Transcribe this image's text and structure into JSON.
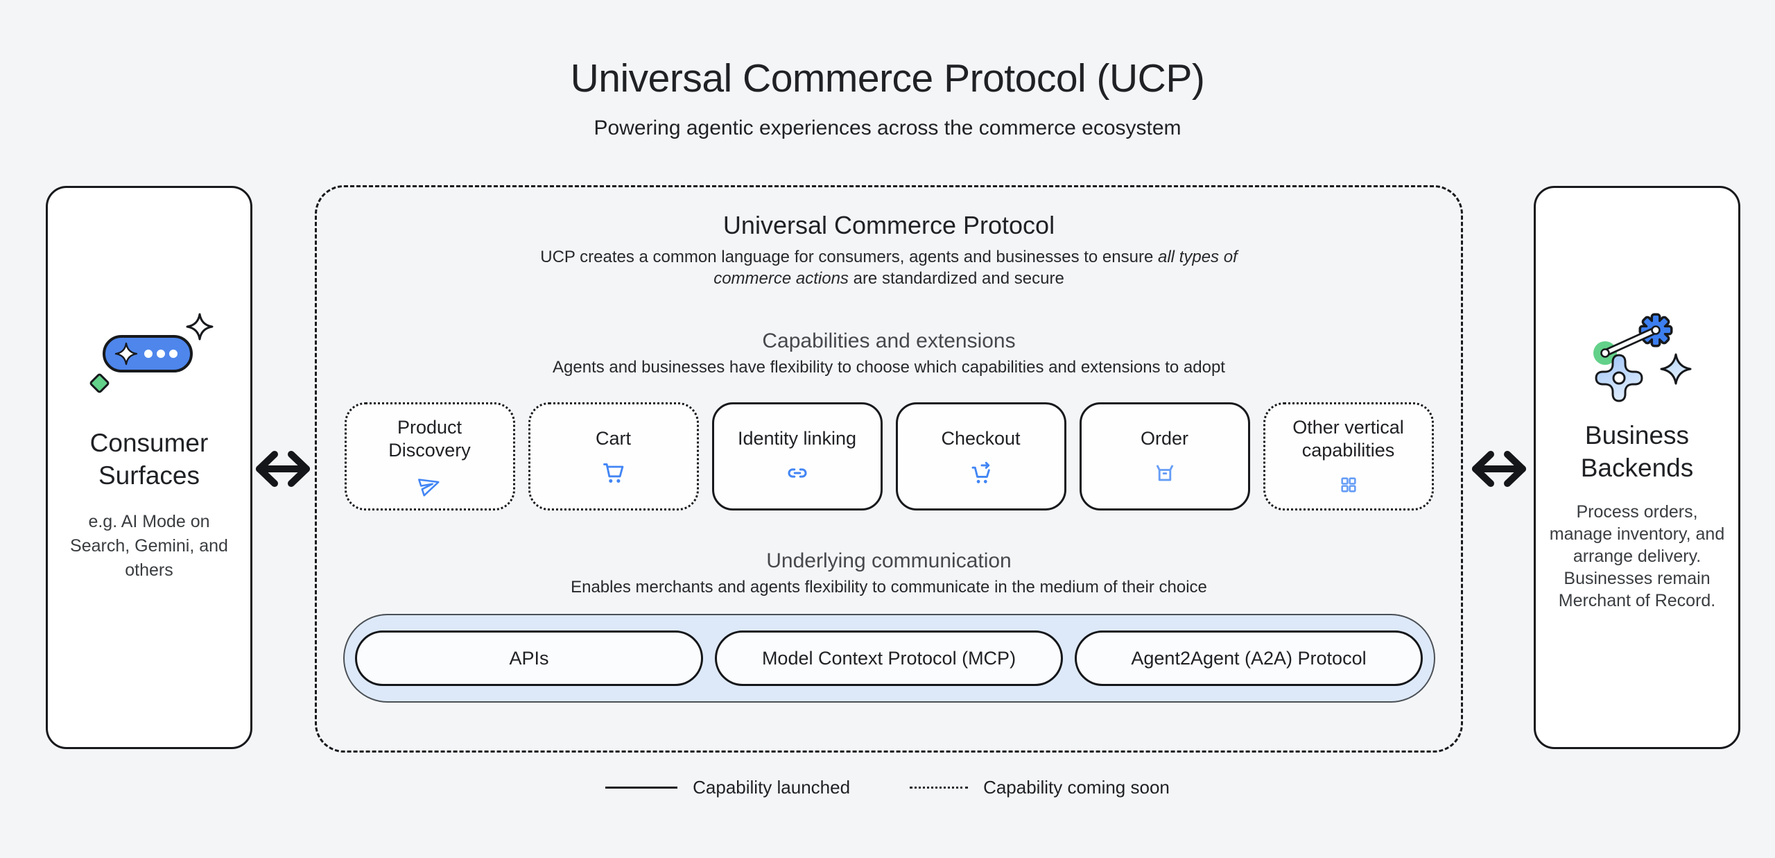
{
  "page": {
    "title": "Universal Commerce Protocol (UCP)",
    "subtitle": "Powering agentic experiences across the commerce ecosystem"
  },
  "consumer_surfaces": {
    "title": "Consumer Surfaces",
    "description": "e.g. AI Mode on Search, Gemini, and others",
    "icon": "ai-chat-pill-sparkles-icon"
  },
  "business_backends": {
    "title": "Business Backends",
    "description": "Process orders, manage inventory, and arrange delivery. Businesses remain Merchant of Record.",
    "icon": "gears-sparkle-icon"
  },
  "ucp": {
    "title": "Universal Commerce Protocol",
    "desc_line1": "UCP creates a common language for consumers, agents and businesses to ensure",
    "desc_line1_italic": " all types of",
    "desc_line2_italic": "commerce actions",
    "desc_line2": " are standardized and secure",
    "capabilities": {
      "title": "Capabilities and extensions",
      "subtitle": "Agents and businesses have flexibility to choose which capabilities and extensions to adopt",
      "items": [
        {
          "label": "Product Discovery",
          "icon": "send-icon",
          "status": "coming-soon"
        },
        {
          "label": "Cart",
          "icon": "shopping-cart-icon",
          "status": "coming-soon"
        },
        {
          "label": "Identity linking",
          "icon": "link-icon",
          "status": "launched"
        },
        {
          "label": "Checkout",
          "icon": "cart-checkout-icon",
          "status": "launched"
        },
        {
          "label": "Order",
          "icon": "order-box-icon",
          "status": "launched"
        },
        {
          "label": "Other vertical capabilities",
          "icon": "grid-icon",
          "status": "coming-soon"
        }
      ]
    },
    "communication": {
      "title": "Underlying communication",
      "subtitle": "Enables merchants and agents flexibility to communicate in the medium of their choice",
      "protocols": [
        "APIs",
        "Model Context Protocol (MCP)",
        "Agent2Agent (A2A) Protocol"
      ]
    }
  },
  "legend": {
    "launched": "Capability launched",
    "coming_soon": "Capability coming soon"
  },
  "colors": {
    "accent_blue": "#4285f4",
    "light_blue": "#669df6",
    "band_blue": "#dde9f9",
    "green": "#63d18a",
    "text_dark": "#202124",
    "section_gray": "#46484c",
    "background": "#f3f5f7"
  }
}
